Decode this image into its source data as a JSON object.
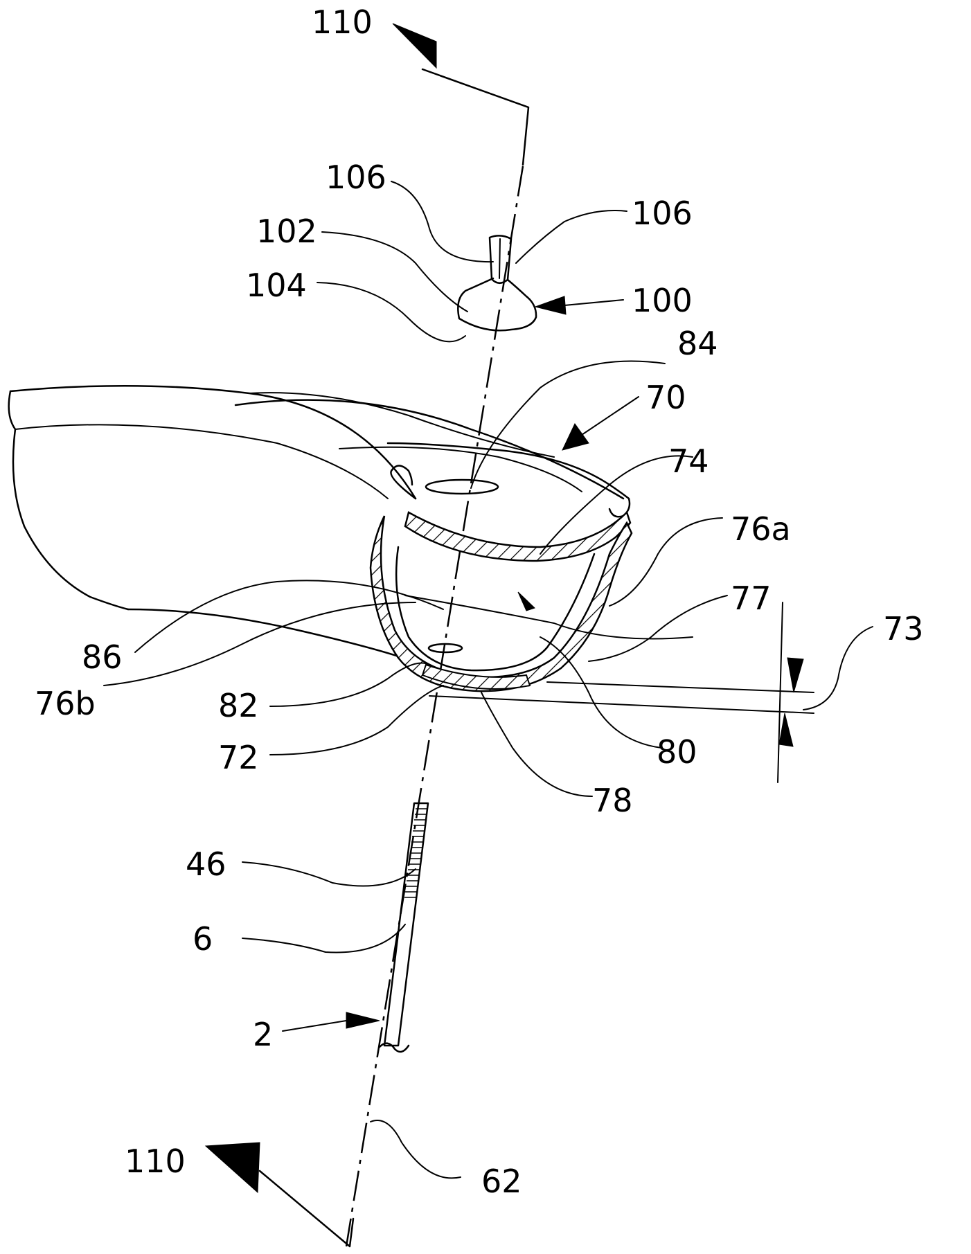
{
  "labels": {
    "l110_top": "110",
    "l106_left": "106",
    "l106_right": "106",
    "l102": "102",
    "l104": "104",
    "l100": "100",
    "l84": "84",
    "l70": "70",
    "l74": "74",
    "l76a": "76a",
    "l77": "77",
    "l73": "73",
    "l86": "86",
    "l76b": "76b",
    "l82": "82",
    "l72": "72",
    "l80": "80",
    "l78": "78",
    "l46": "46",
    "l6": "6",
    "l2": "2",
    "l110_bottom": "110",
    "l62": "62"
  }
}
